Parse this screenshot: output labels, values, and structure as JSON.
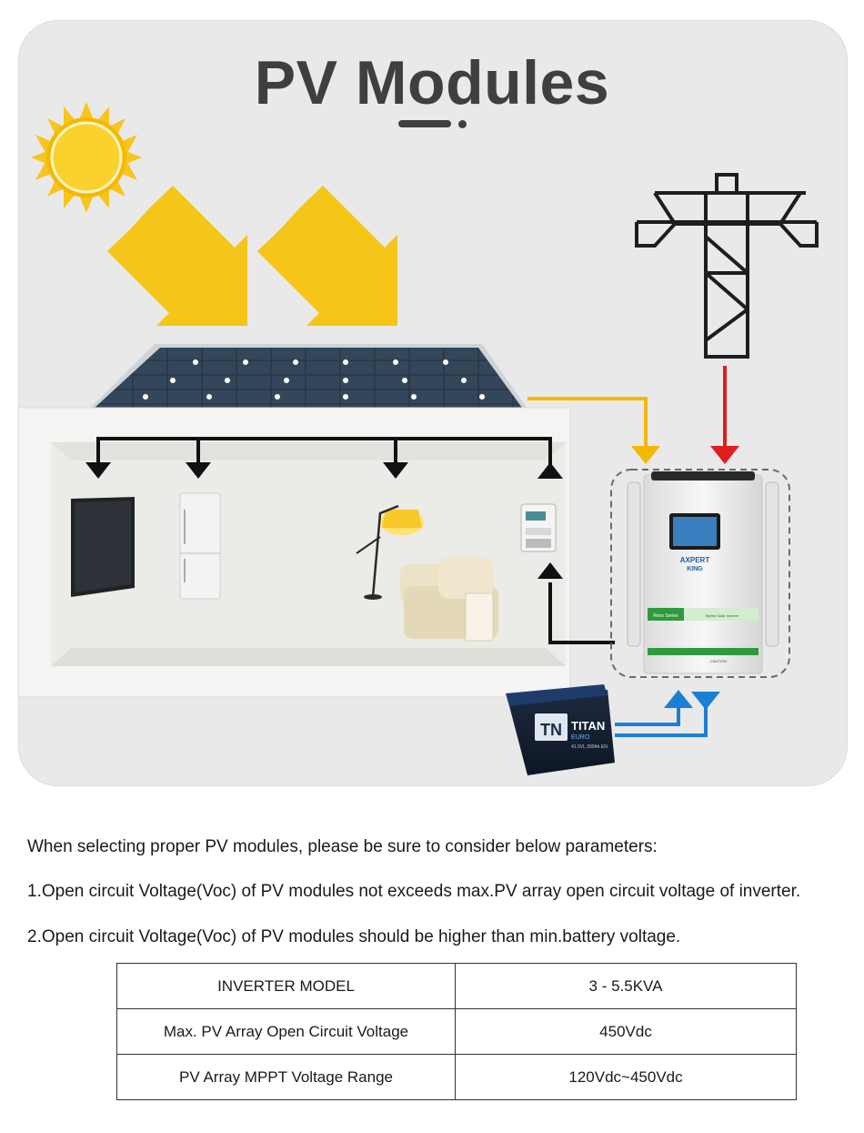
{
  "title": "PV Modules",
  "icons": {
    "sun": "sun-icon",
    "arrows": "sunlight-arrow-icon",
    "pylon": "power-pylon-icon",
    "tv": "tv-icon",
    "fridge": "refrigerator-icon",
    "lamp": "floor-lamp-icon",
    "sofa": "sofa-icon",
    "meter": "electric-meter-icon",
    "battery": "battery-icon",
    "inverter": "inverter-icon"
  },
  "inverter": {
    "brand_line1": "AXPERT",
    "brand_line2": "KING",
    "series": "Revo Series",
    "subtitle": "Hybrid Solar Inverter",
    "caution": "CAUTION"
  },
  "battery": {
    "logo": "TN",
    "brand": "TITAN",
    "line": "EURO",
    "spec": "41.0VL 300Ah EN"
  },
  "colors": {
    "pv_line": "#f5b800",
    "grid_line": "#e21d1d",
    "battery_line": "#1c7fd6",
    "load_line": "#111111",
    "sun": "#f7c51c",
    "arrow": "#f5c518"
  },
  "notes": {
    "intro": "When selecting proper PV modules, please be sure to consider below parameters:",
    "item1": "1.Open circuit Voltage(Voc) of PV modules not exceeds max.PV array open circuit voltage of inverter.",
    "item2": "2.Open circuit Voltage(Voc) of PV modules should be higher than min.battery voltage."
  },
  "spec_table": {
    "rows": [
      {
        "label": "INVERTER MODEL",
        "value": "3 - 5.5KVA"
      },
      {
        "label": "Max. PV Array Open Circuit Voltage",
        "value": "450Vdc"
      },
      {
        "label": "PV Array MPPT Voltage Range",
        "value": "120Vdc~450Vdc"
      }
    ]
  }
}
